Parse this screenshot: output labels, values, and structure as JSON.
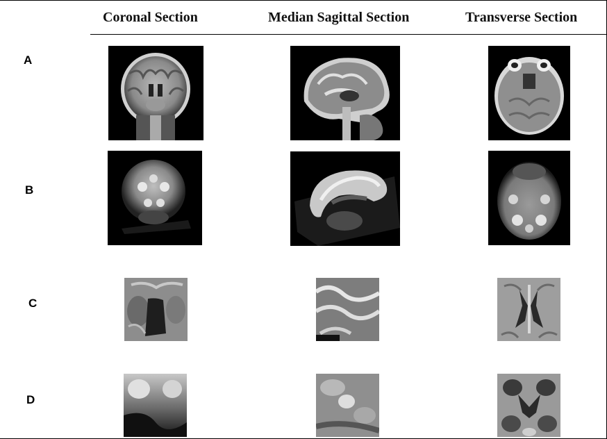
{
  "columns": {
    "coronal": "Coronal Section",
    "sagittal": "Median Sagittal Section",
    "transverse": "Transverse Section"
  },
  "rows": {
    "a": "A",
    "b": "B",
    "c": "C",
    "d": "D"
  }
}
